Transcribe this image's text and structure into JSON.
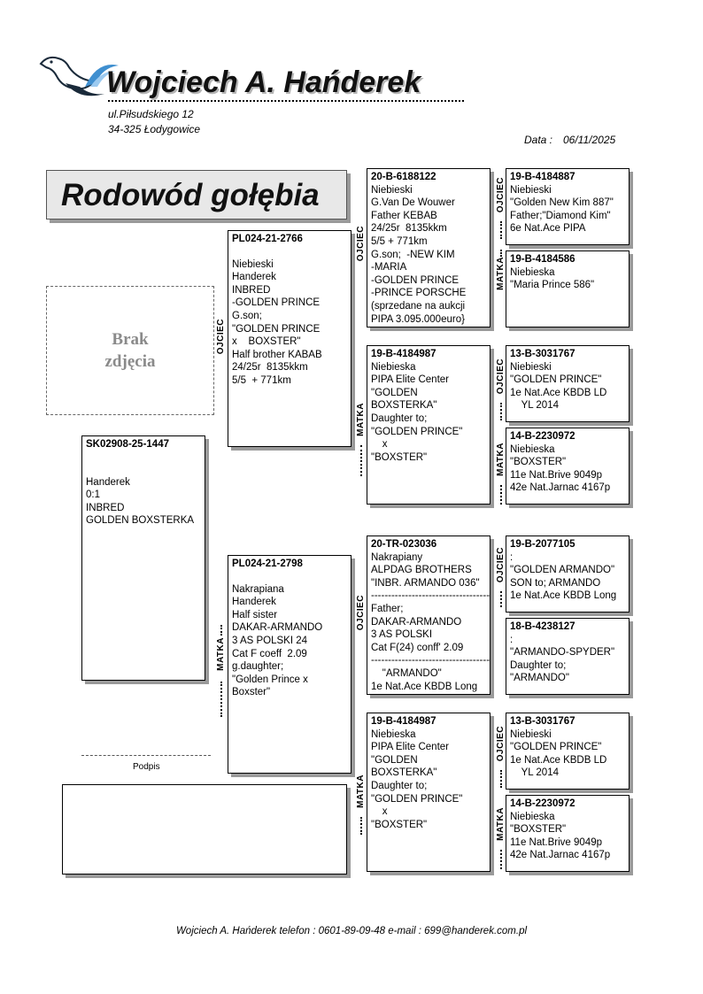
{
  "header": {
    "breeder_name": "Wojciech A. Hańderek",
    "address_line1": "ul.Piłsudskiego 12",
    "address_line2": "34-325 Łodygowice",
    "date_label": "Data :",
    "date_value": "06/11/2025"
  },
  "title": "Rodowód gołębia",
  "photo_placeholder": {
    "line1": "Brak",
    "line2": "zdjęcia"
  },
  "labels": {
    "father": "OJCIEC",
    "mother": "MATKA"
  },
  "subject": {
    "ring": "SK02908-25-1447",
    "lines": [
      "Handerek",
      "0:1",
      "INBRED",
      "GOLDEN BOXSTERKA"
    ]
  },
  "parents": {
    "father": {
      "ring": "PL024-21-2766",
      "lines": [
        "Niebieski",
        "Handerek",
        "INBRED",
        "-GOLDEN PRINCE",
        "G.son;",
        "\"GOLDEN PRINCE",
        "x    BOXSTER\"",
        "Half brother KABAB",
        "24/25r  8135kkm",
        "5/5  + 771km"
      ]
    },
    "mother": {
      "ring": "PL024-21-2798",
      "lines": [
        "Nakrapiana",
        "Handerek",
        "Half sister",
        "DAKAR-ARMANDO",
        "3 AS POLSKI 24",
        "Cat F coeff  2.09",
        "g.daughter;",
        "\"Golden Prince x",
        "Boxster\""
      ]
    }
  },
  "grandparents": {
    "ff": {
      "ring": "20-B-6188122",
      "lines": [
        "Niebieski",
        "G.Van De Wouwer",
        "Father KEBAB",
        "24/25r  8135kkm",
        "5/5 + 771km",
        "G.son;  -NEW KIM",
        "-MARIA",
        "-GOLDEN PRINCE",
        "-PRINCE PORSCHE",
        "(sprzedane na aukcji",
        "PIPA 3.095.000euro}"
      ]
    },
    "fm": {
      "ring": "19-B-4184987",
      "lines": [
        "Niebieska",
        "PIPA Elite Center",
        "\"GOLDEN",
        "BOXSTERKA\"",
        "Daughter to;",
        "\"GOLDEN PRINCE\"",
        "    x",
        "\"BOXSTER\""
      ]
    },
    "mf": {
      "ring": "20-TR-023036",
      "lines": [
        "Nakrapiany",
        "ALPDAG BROTHERS",
        "\"INBR. ARMANDO 036\"",
        "-----------------------------------",
        "Father;",
        "DAKAR-ARMANDO",
        "3 AS POLSKI",
        "Cat F(24) conff' 2.09",
        "-----------------------------------",
        "    \"ARMANDO\"",
        "1e Nat.Ace KBDB Long"
      ]
    },
    "mm": {
      "ring": "19-B-4184987",
      "lines": [
        "Niebieska",
        "PIPA Elite Center",
        "\"GOLDEN",
        "BOXSTERKA\"",
        "Daughter to;",
        "\"GOLDEN PRINCE\"",
        "    x",
        "\"BOXSTER\""
      ]
    }
  },
  "great_grandparents": {
    "fff": {
      "ring": "19-B-4184887",
      "lines": [
        "Niebieski",
        "\"Golden New Kim 887\"",
        "Father;\"Diamond Kim\"",
        "6e Nat.Ace PIPA"
      ]
    },
    "ffm": {
      "ring": "19-B-4184586",
      "lines": [
        "Niebieska",
        "\"Maria Prince 586\""
      ]
    },
    "fmf": {
      "ring": "13-B-3031767",
      "lines": [
        "Niebieski",
        "\"GOLDEN PRINCE\"",
        "1e Nat.Ace KBDB LD",
        "    YL 2014"
      ]
    },
    "fmm": {
      "ring": "14-B-2230972",
      "lines": [
        "Niebieska",
        "\"BOXSTER\"",
        "11e Nat.Brive 9049p",
        "42e Nat.Jarnac 4167p"
      ]
    },
    "mff": {
      "ring": "19-B-2077105",
      "lines": [
        ":",
        "\"GOLDEN ARMANDO\"",
        "SON to; ARMANDO",
        "1e Nat.Ace KBDB Long"
      ]
    },
    "mfm": {
      "ring": "18-B-4238127",
      "lines": [
        ":",
        "\"ARMANDO-SPYDER\"",
        "Daughter to;",
        "\"ARMANDO\""
      ]
    },
    "mmf": {
      "ring": "13-B-3031767",
      "lines": [
        "Niebieski",
        "\"GOLDEN PRINCE\"",
        "1e Nat.Ace KBDB LD",
        "    YL 2014"
      ]
    },
    "mmm": {
      "ring": "14-B-2230972",
      "lines": [
        "Niebieska",
        "\"BOXSTER\"",
        "11e Nat.Brive 9049p",
        "42e Nat.Jarnac 4167p"
      ]
    }
  },
  "signature_label": "Podpis",
  "footer": "Wojciech A. Hańderek   telefon : 0601-89-09-48   e-mail : 699@handerek.com.pl"
}
